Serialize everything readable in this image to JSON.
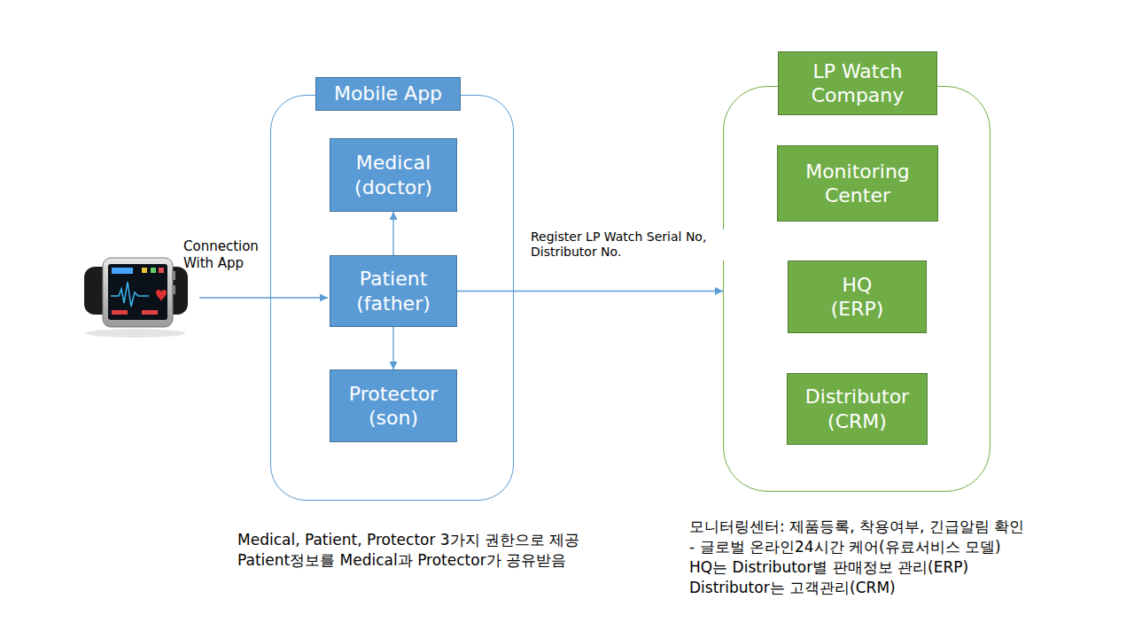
{
  "diagram": {
    "nodes": [
      {
        "text": [
          "Mobile App"
        ]
      },
      {
        "text": [
          "Medical (doctor)"
        ],
        "in": 0
      },
      {
        "text": [
          "Patient (father)"
        ],
        "in": 0
      },
      {
        "text": [
          "Protector (son)"
        ],
        "in": 0
      },
      {
        "text": [
          "LP Watch Company"
        ]
      },
      {
        "text": [
          "Monitoring Center"
        ],
        "in": 4
      },
      {
        "text": [
          "HQ (ERP)"
        ],
        "in": 4
      },
      {
        "text": [
          "Distributor (CRM)"
        ],
        "in": 4
      }
    ],
    "edges": [
      {
        "from": 2,
        "to": 1,
        "arrow": "to"
      },
      {
        "from": 2,
        "to": 3,
        "arrow": "to"
      },
      {
        "from": 2,
        "to": 4,
        "arrow": "to",
        "label": "Register LP Watch Serial No, Distributor No."
      }
    ],
    "labels": [
      "Connection With App",
      "Medical, Patient, Protector 3가지 권한으로 제공",
      "Patient정보를 Medical과 Protector가 공유받음",
      "모니터링센터: 제품등록, 착용여부, 긴급알림 확인",
      "- 글로벌 온라인24시간 케어(유료서비스 모델)",
      "HQ는 Distributor별 판매정보 관리(ERP)",
      "Distributor는 고객관리(CRM)"
    ]
  }
}
